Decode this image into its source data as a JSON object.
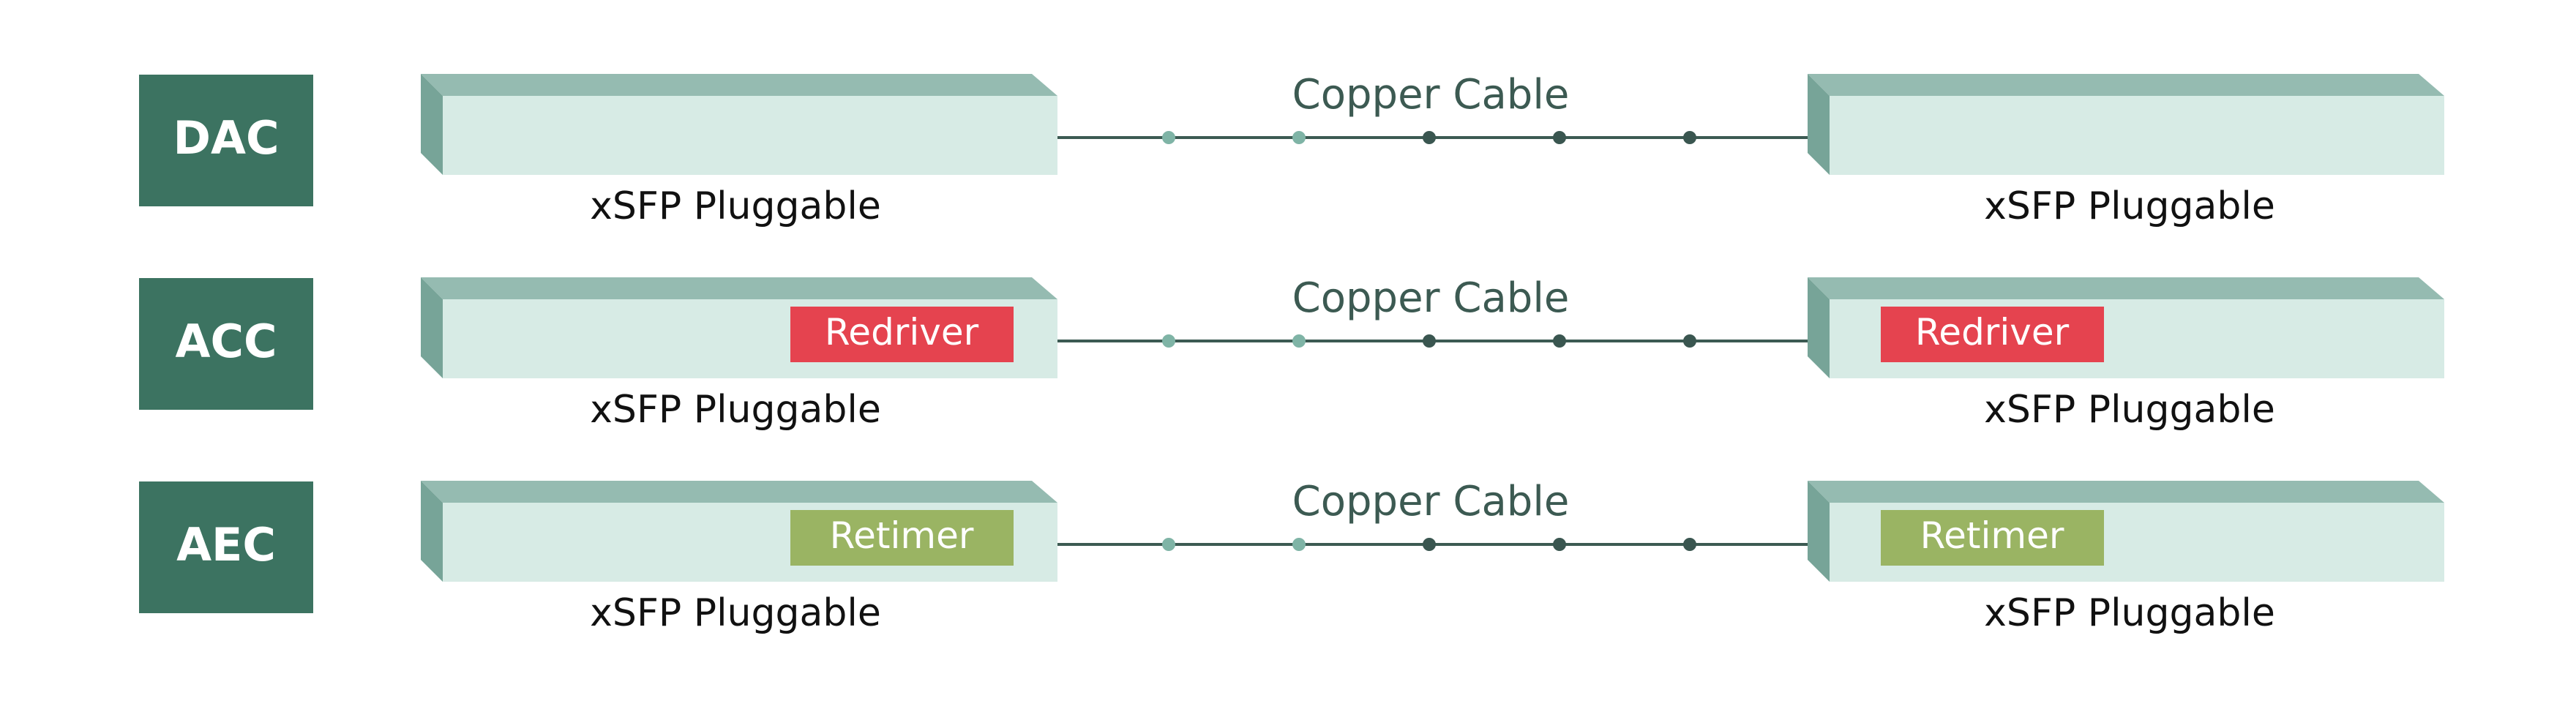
{
  "rows": [
    {
      "type_label": "DAC",
      "cable_label": "Copper Cable",
      "left_module": {
        "caption": "xSFP Pluggable",
        "chip": null
      },
      "right_module": {
        "caption": "xSFP Pluggable",
        "chip": null
      }
    },
    {
      "type_label": "ACC",
      "cable_label": "Copper Cable",
      "left_module": {
        "caption": "xSFP Pluggable",
        "chip": "Redriver"
      },
      "right_module": {
        "caption": "xSFP Pluggable",
        "chip": "Redriver"
      }
    },
    {
      "type_label": "AEC",
      "cable_label": "Copper Cable",
      "left_module": {
        "caption": "xSFP Pluggable",
        "chip": "Retimer"
      },
      "right_module": {
        "caption": "xSFP Pluggable",
        "chip": "Retimer"
      }
    }
  ],
  "colors": {
    "tag_fill": "#3c7361",
    "tag_text": "#ffffff",
    "module_front": "#d7ebe5",
    "module_top": "#95bbb1",
    "module_side": "#77a498",
    "cable_line": "#3c5a52",
    "dot_light": "#7fb4a6",
    "dot_dark": "#3a5650",
    "cable_text": "#3c5a52",
    "caption_text": "#111111",
    "redriver_fill": "#e5434f",
    "retimer_fill": "#9ab463",
    "chip_text": "#ffffff"
  }
}
